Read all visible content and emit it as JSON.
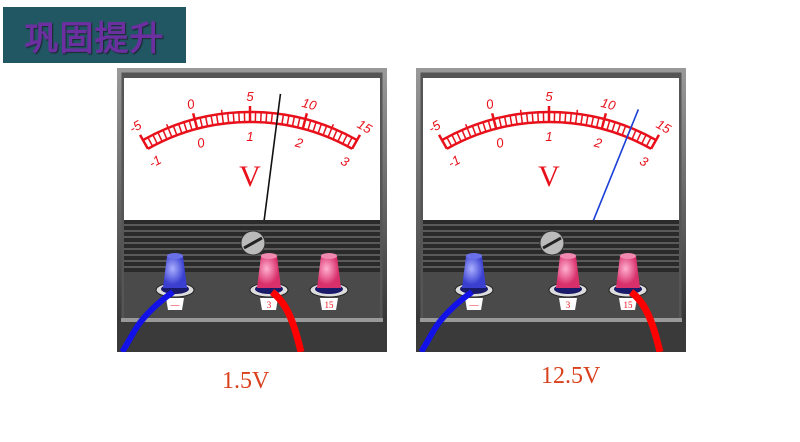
{
  "title": "巩固提升",
  "meters": [
    {
      "upper_labels": [
        "-5",
        "0",
        "5",
        "10",
        "15"
      ],
      "lower_labels": [
        "-1",
        "0",
        "1",
        "2",
        "3"
      ],
      "unit": "V",
      "terminals": [
        "—",
        "3",
        "15"
      ],
      "connected": 1,
      "needle_value_3V_scale": 1.5,
      "needle_color": "#111111",
      "reading": "1.5V"
    },
    {
      "upper_labels": [
        "-5",
        "0",
        "5",
        "10",
        "15"
      ],
      "lower_labels": [
        "-1",
        "0",
        "1",
        "2",
        "3"
      ],
      "unit": "V",
      "terminals": [
        "—",
        "3",
        "15"
      ],
      "connected": 2,
      "needle_value_15V_scale": 12.5,
      "needle_color": "#1a3fd6",
      "reading": "12.5V"
    }
  ],
  "colors": {
    "scale": "#e8101a",
    "reading": "#d9401c",
    "title_bg": "#215663",
    "title_text": "#6b2fa0"
  }
}
